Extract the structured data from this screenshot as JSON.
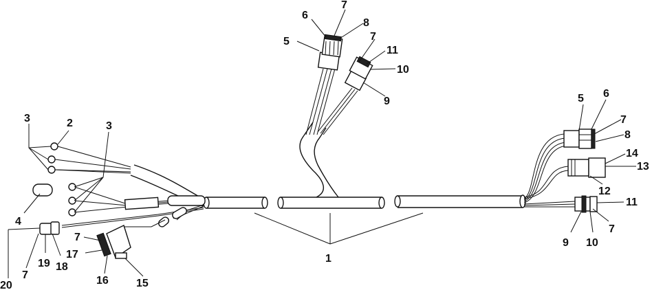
{
  "diagram": {
    "callouts": {
      "c1": "1",
      "c2": "2",
      "c3a": "3",
      "c3b": "3",
      "c4": "4",
      "c5a": "5",
      "c5b": "5",
      "c6a": "6",
      "c6b": "6",
      "c7a": "7",
      "c7b": "7",
      "c7c": "7",
      "c7d": "7",
      "c7e": "7",
      "c7f": "7",
      "c8a": "8",
      "c8b": "8",
      "c9a": "9",
      "c9b": "9",
      "c10a": "10",
      "c10b": "10",
      "c11a": "11",
      "c11b": "11",
      "c12": "12",
      "c13": "13",
      "c14": "14",
      "c15": "15",
      "c16": "16",
      "c17": "17",
      "c18": "18",
      "c19": "19",
      "c20": "20"
    }
  }
}
